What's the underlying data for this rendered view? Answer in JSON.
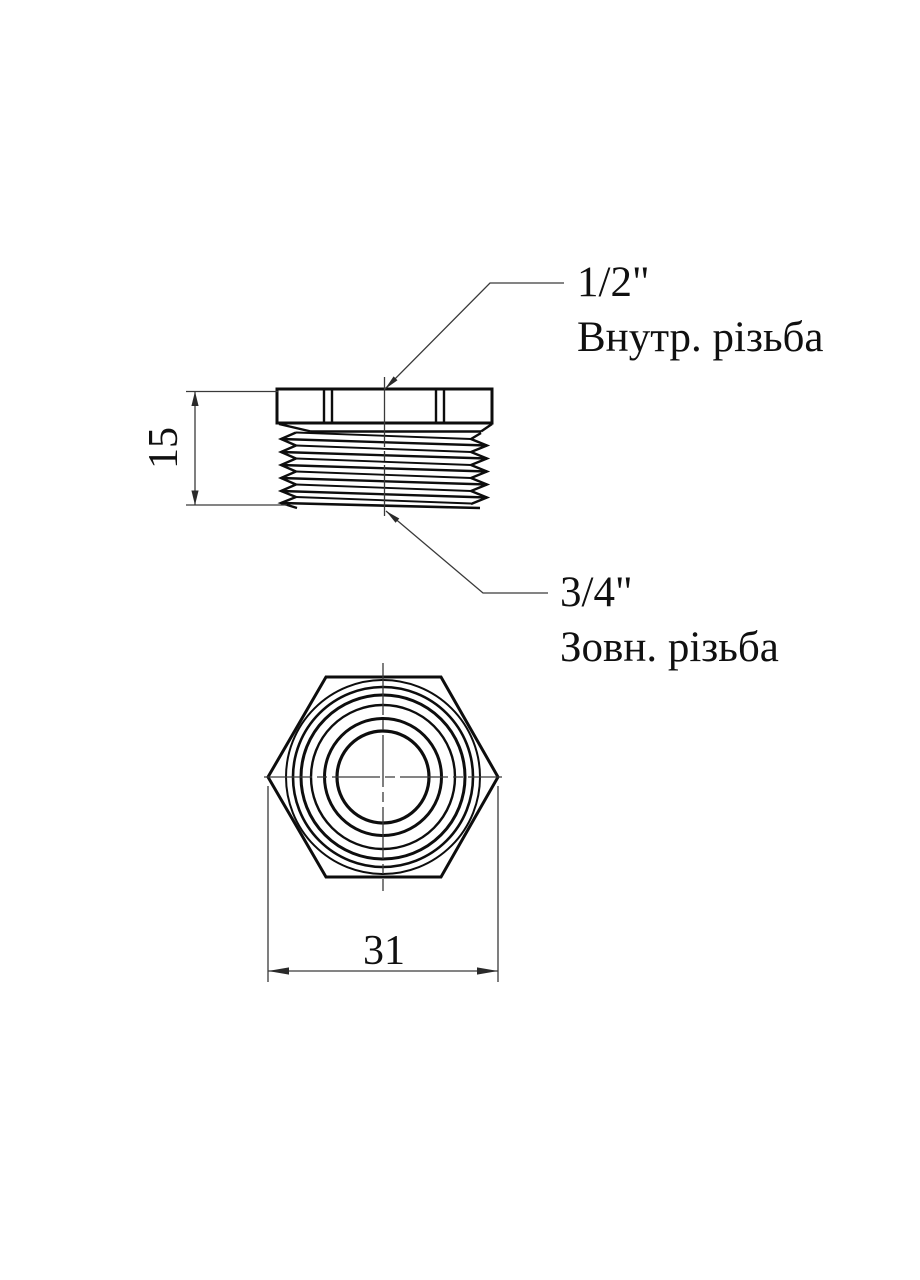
{
  "drawing": {
    "annotations": {
      "internal_thread": {
        "size": "1/2\"",
        "type": "Внутр. різьба"
      },
      "external_thread": {
        "size": "3/4\"",
        "type": "Зовн. різьба"
      }
    },
    "dimensions": {
      "body_height": "15",
      "hex_width": "31"
    },
    "colors": {
      "object_line": "#0d0d0d",
      "thin_line": "#3a3a3a",
      "background": "#ffffff"
    }
  }
}
